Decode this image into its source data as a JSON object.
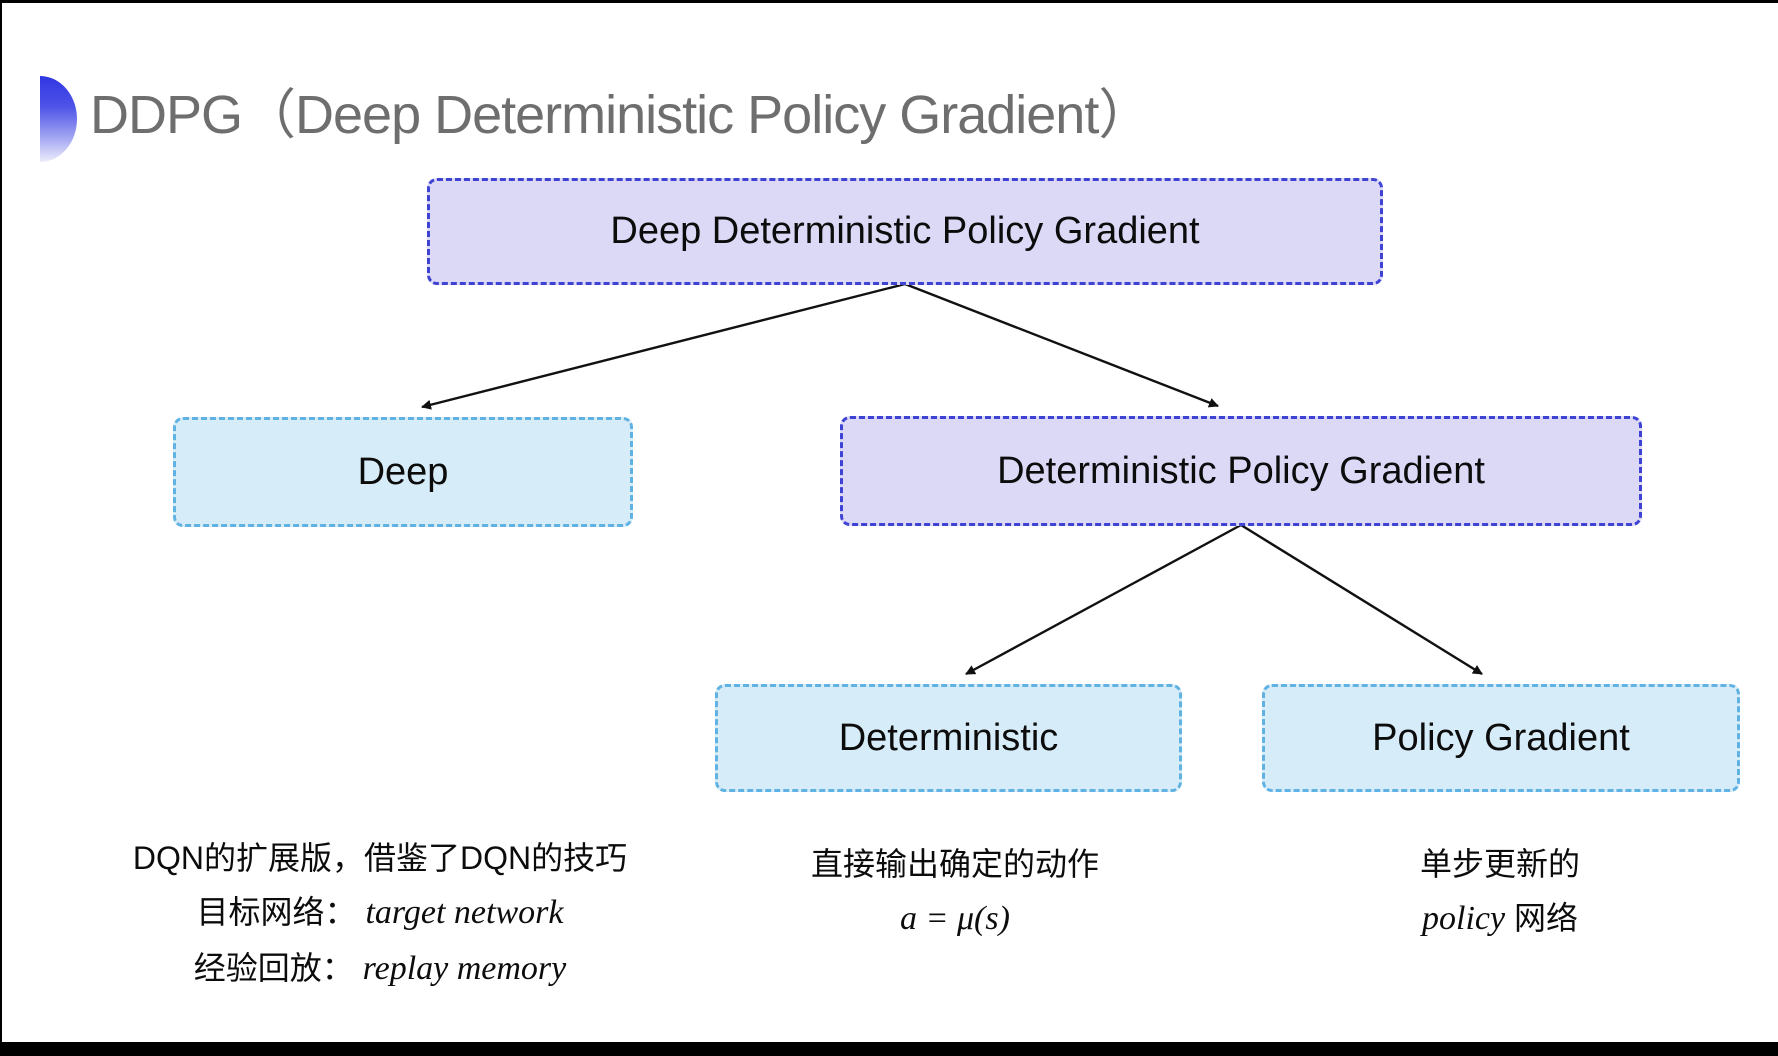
{
  "page": {
    "title": "DDPG（Deep Deterministic Policy Gradient）"
  },
  "diagram": {
    "nodes": [
      {
        "id": "root",
        "label": "Deep Deterministic Policy Gradient",
        "variant": "purple"
      },
      {
        "id": "deep",
        "label": "Deep",
        "variant": "cyan"
      },
      {
        "id": "dpg",
        "label": "Deterministic Policy Gradient",
        "variant": "purple"
      },
      {
        "id": "deterministic",
        "label": "Deterministic",
        "variant": "cyan"
      },
      {
        "id": "policy-gradient",
        "label": "Policy Gradient",
        "variant": "cyan"
      }
    ]
  },
  "notes": {
    "deep": {
      "line1": "DQN的扩展版，借鉴了DQN的技巧",
      "line2_label": "目标网络：",
      "line2_value": "target network",
      "line3_label": "经验回放：",
      "line3_value": "replay memory"
    },
    "deterministic": {
      "line1": "直接输出确定的动作",
      "line2": "a = μ(s)"
    },
    "policy_gradient": {
      "line1": "单步更新的",
      "line2_italic": "policy",
      "line2_rest": " 网络"
    }
  },
  "colors": {
    "purple_fill": "#dcd9f7",
    "purple_border": "#3e43d3",
    "cyan_fill": "#d7ecf9",
    "cyan_border": "#5fb2e2",
    "title_gray": "#6e6e6e",
    "bullet_blue": "#3036e0",
    "arrow": "#111111"
  }
}
